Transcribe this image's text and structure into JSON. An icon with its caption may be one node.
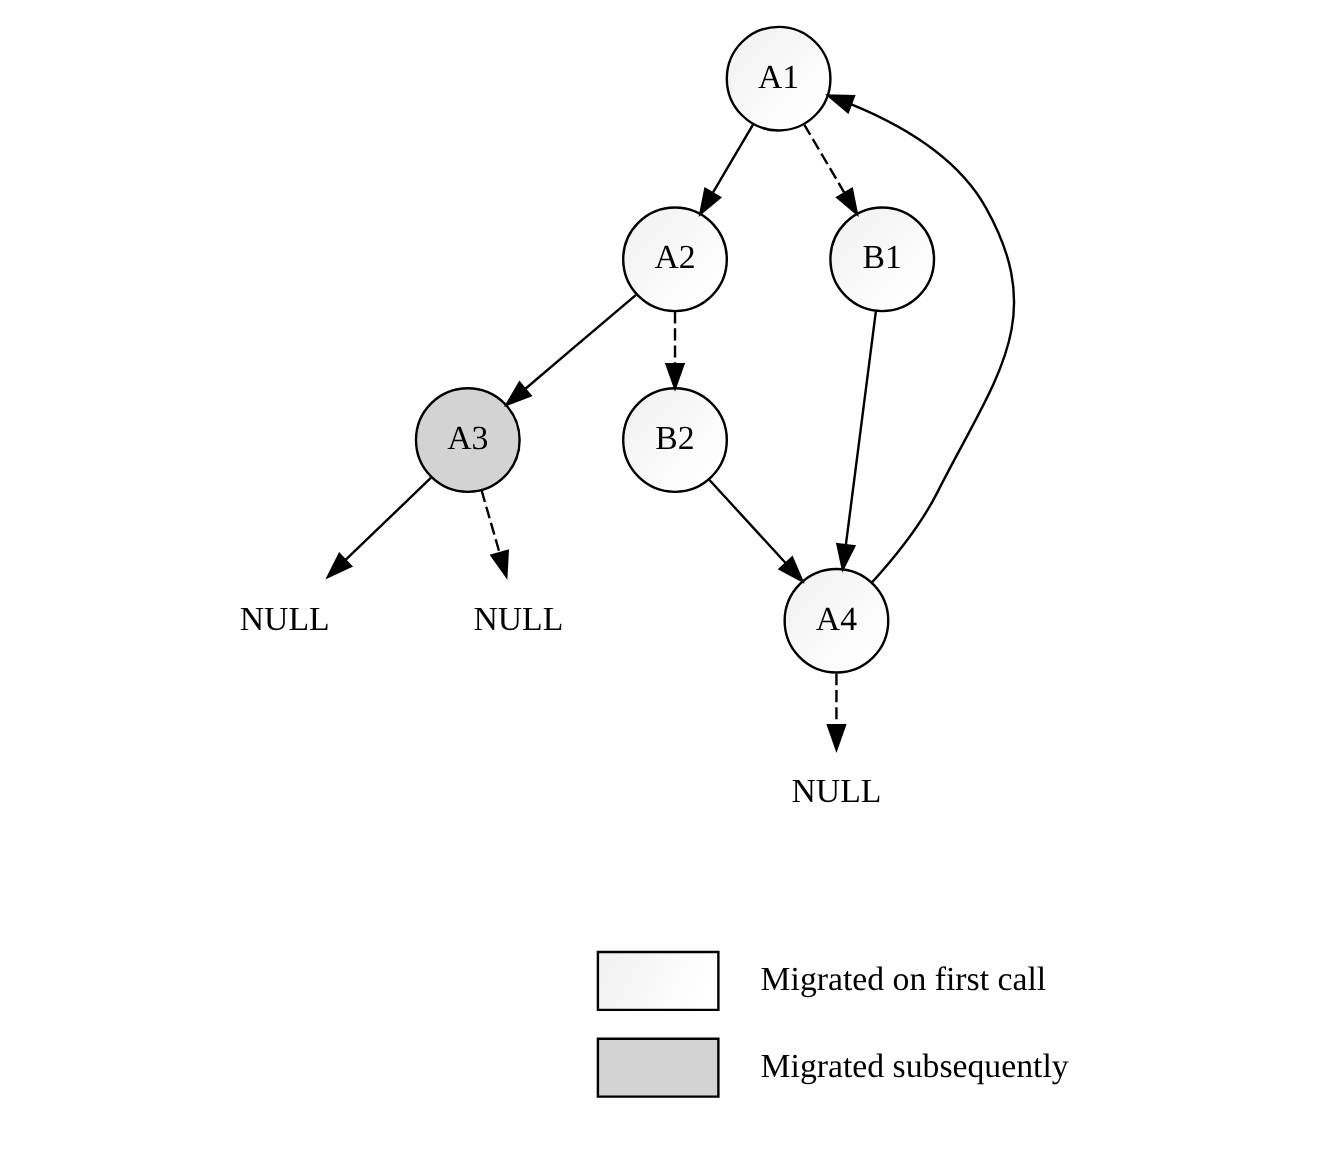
{
  "diagram": {
    "nodes": [
      {
        "text": [
          "A1"
        ]
      },
      {
        "text": [
          "A2"
        ]
      },
      {
        "text": [
          "B1"
        ]
      },
      {
        "text": [
          "A3"
        ]
      },
      {
        "text": [
          "B2"
        ]
      },
      {
        "text": [
          "A4"
        ]
      },
      {
        "text": [
          "NULL"
        ]
      },
      {
        "text": [
          "NULL"
        ]
      },
      {
        "text": [
          "NULL"
        ]
      }
    ],
    "edges": [
      {
        "from": 0,
        "to": 1,
        "arrow": "to"
      },
      {
        "from": 0,
        "to": 2,
        "arrow": "to",
        "style": "dashed"
      },
      {
        "from": 1,
        "to": 3,
        "arrow": "to"
      },
      {
        "from": 1,
        "to": 4,
        "arrow": "to",
        "style": "dashed"
      },
      {
        "from": 2,
        "to": 5,
        "arrow": "to"
      },
      {
        "from": 3,
        "to": 6,
        "arrow": "to"
      },
      {
        "from": 3,
        "to": 7,
        "arrow": "to",
        "style": "dashed"
      },
      {
        "from": 4,
        "to": 5,
        "arrow": "to"
      },
      {
        "from": 5,
        "to": 8,
        "arrow": "to",
        "style": "dashed"
      },
      {
        "from": 5,
        "to": 0,
        "arrow": "to"
      }
    ],
    "legend": [
      {
        "text": "Migrated on first call"
      },
      {
        "text": "Migrated subsequently",
        "color": "#d3d3d3"
      }
    ]
  }
}
